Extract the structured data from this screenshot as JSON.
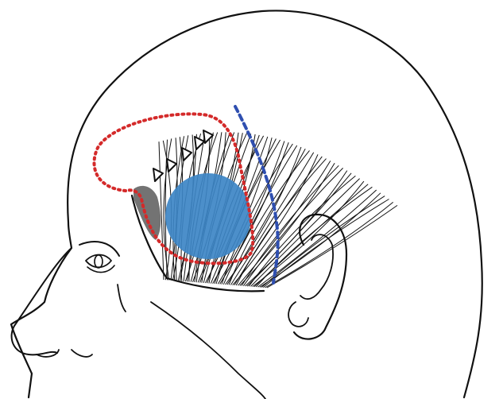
{
  "figure": {
    "subject": "head-lateral-view",
    "colors": {
      "line": "#111111",
      "background": "#ffffff",
      "highlight_region": "#3d86c6",
      "red_outline": "#d42a2a",
      "blue_line": "#2f4fb0",
      "shaded_region": "#5a5a5a"
    },
    "icons": [
      "arrowhead-marker",
      "arrowhead-marker",
      "arrowhead-marker",
      "arrowhead-marker",
      "arrowhead-marker"
    ]
  }
}
